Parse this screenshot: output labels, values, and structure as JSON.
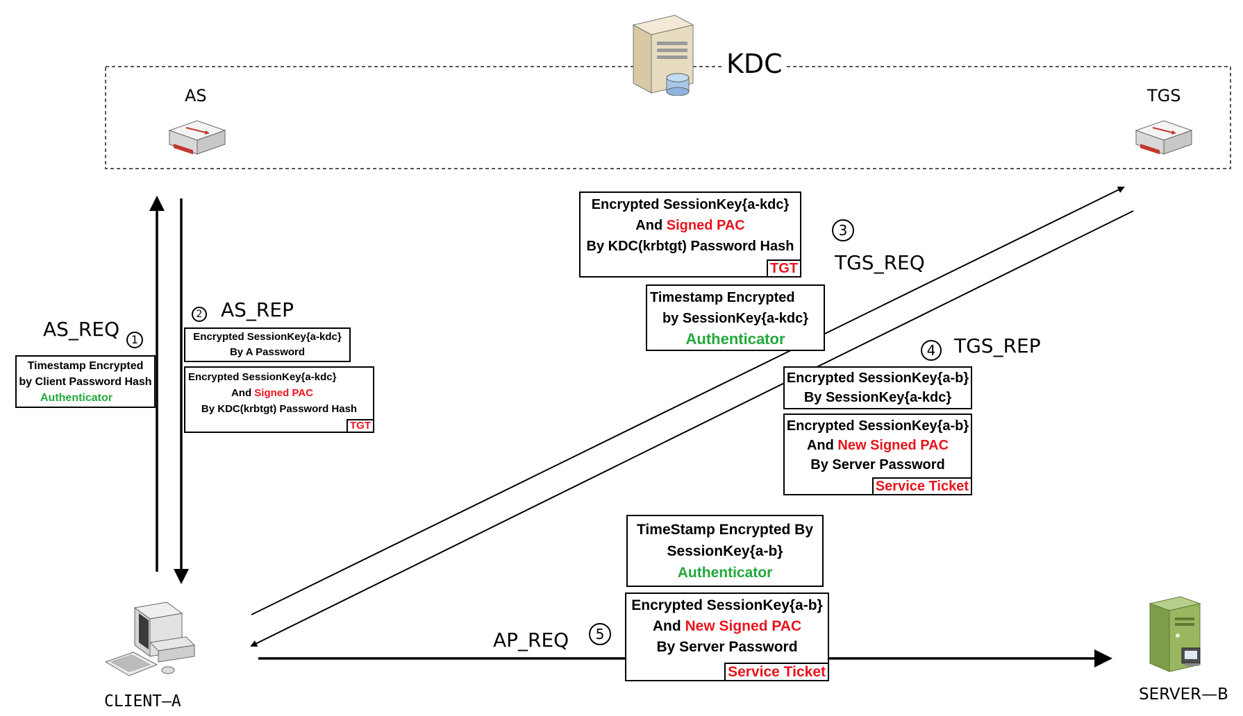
{
  "kdc": {
    "title": "KDC",
    "as_label": "AS",
    "tgs_label": "TGS"
  },
  "nodes": {
    "client": "CLIENT—A",
    "server": "SERVER—B"
  },
  "steps": {
    "as_req": {
      "label": "AS_REQ",
      "num": "1"
    },
    "as_rep": {
      "label": "AS_REP",
      "num": "2"
    },
    "tgs_req": {
      "label": "TGS_REQ",
      "num": "3"
    },
    "tgs_rep": {
      "label": "TGS_REP",
      "num": "4"
    },
    "ap_req": {
      "label": "AP_REQ",
      "num": "5"
    }
  },
  "boxes": {
    "as_req_auth": {
      "line1": "Timestamp Encrypted",
      "line2": "by Client Password Hash",
      "line3": "Authenticator"
    },
    "as_rep_key": {
      "line1": "Encrypted SessionKey{a-kdc}",
      "line2": "By A Password"
    },
    "as_rep_tgt": {
      "line1": "Encrypted SessionKey{a-kdc}",
      "line2_pre": "And ",
      "line2_red": "Signed PAC",
      "line3": "By KDC(krbtgt) Password Hash",
      "tag": "TGT"
    },
    "tgs_req_tgt": {
      "line1": "Encrypted SessionKey{a-kdc}",
      "line2_pre": "And ",
      "line2_red": "Signed PAC",
      "line3": "By KDC(krbtgt) Password Hash",
      "tag": "TGT"
    },
    "tgs_req_auth": {
      "line1": "Timestamp Encrypted",
      "line2": "by  SessionKey{a-kdc}",
      "line3": "Authenticator"
    },
    "tgs_rep_key": {
      "line1": "Encrypted SessionKey{a-b}",
      "line2": "By SessionKey{a-kdc}"
    },
    "tgs_rep_ticket": {
      "line1": "Encrypted SessionKey{a-b}",
      "line2_pre": "And ",
      "line2_red": "New Signed PAC",
      "line3": "By Server Password",
      "tag": "Service Ticket"
    },
    "ap_req_auth": {
      "line1": "TimeStamp Encrypted By",
      "line2": "SessionKey{a-b}",
      "line3": "Authenticator"
    },
    "ap_req_ticket": {
      "line1": "Encrypted SessionKey{a-b}",
      "line2_pre": "And ",
      "line2_red": "New Signed PAC",
      "line3": "By Server Password",
      "tag": "Service Ticket"
    }
  },
  "colors": {
    "red": "#e8141c",
    "green": "#22a83a",
    "line": "#000000",
    "server_green": "#8fae5a",
    "kdc_beige": "#e8dcc0"
  },
  "icons": {
    "kdc": "server-tower-icon",
    "as": "router-icon",
    "tgs": "router-icon",
    "client": "desktop-computer-icon",
    "server": "green-server-icon"
  }
}
